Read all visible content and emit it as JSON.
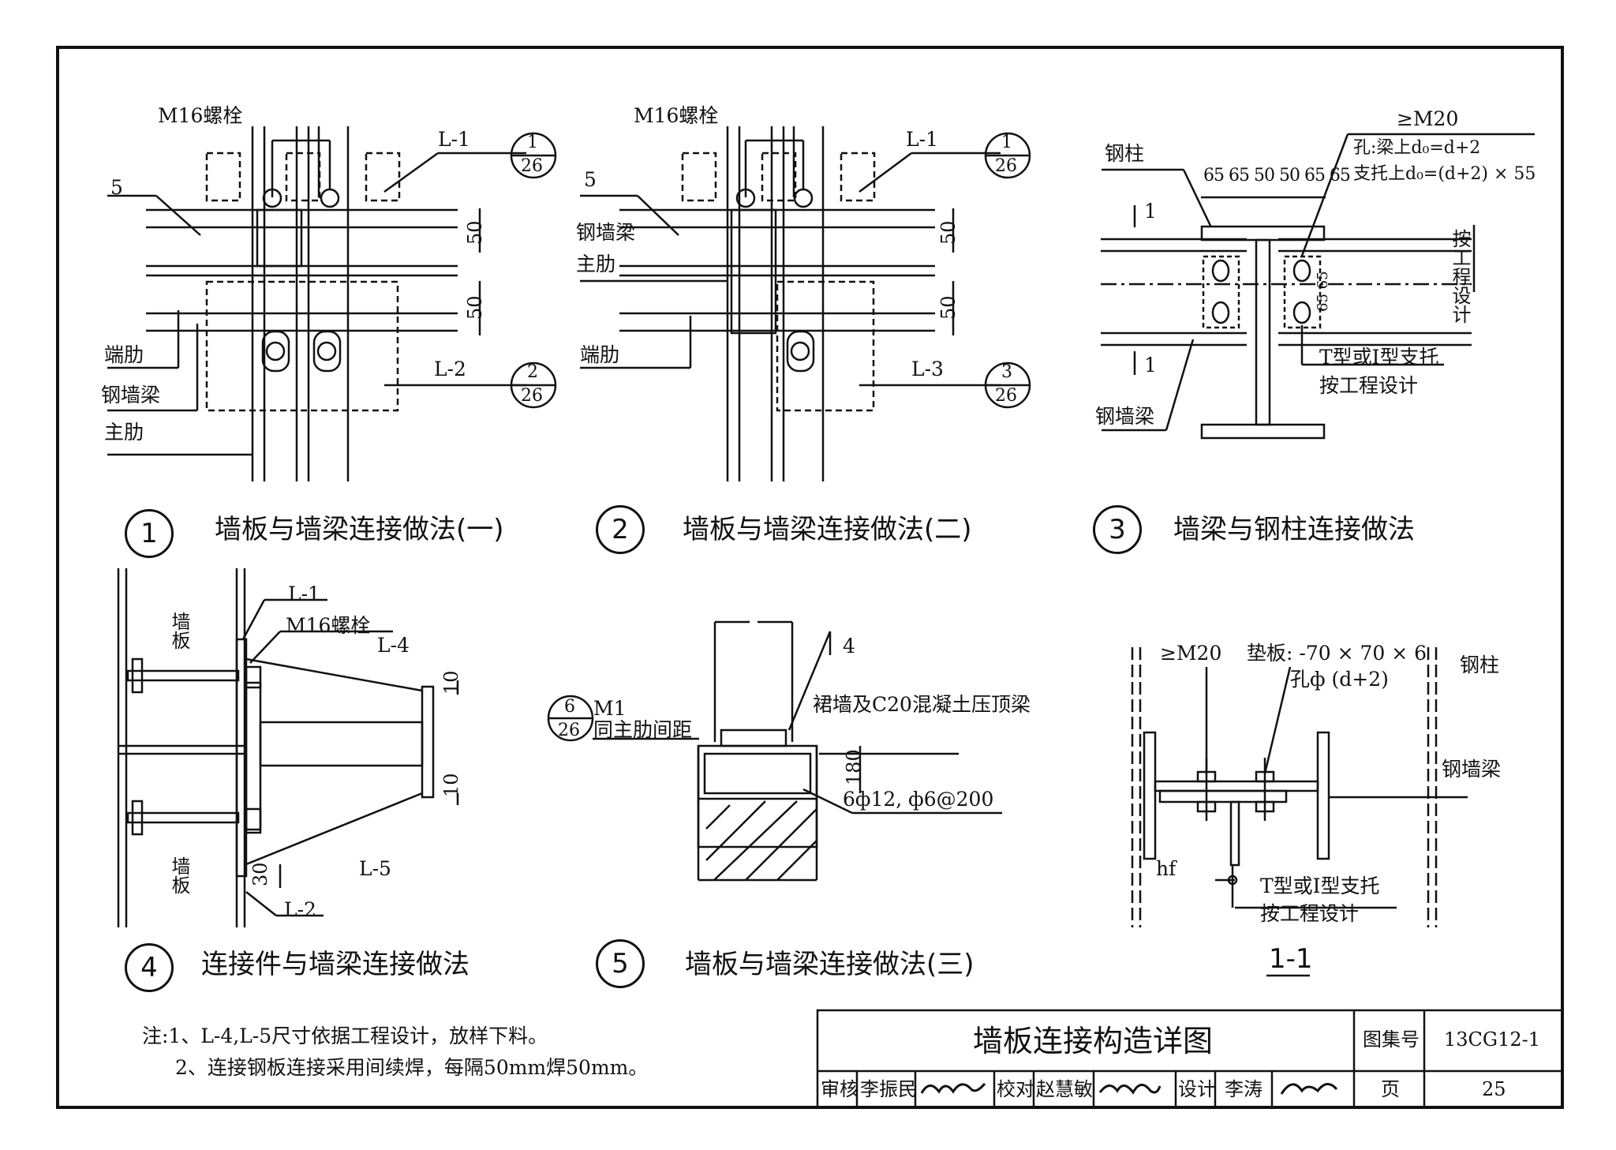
{
  "details": [
    {
      "num": "1",
      "caption": "墙板与墙梁连接做法(一)",
      "labels": {
        "bolt": "M16螺栓",
        "weld": "5",
        "end_rib": "端肋",
        "wall_beam": "钢墙梁",
        "main_rib": "主肋",
        "l1": "L-1",
        "l2": "L-2",
        "dim_a": "50",
        "dim_b": "50",
        "ref1_top": "1",
        "ref1_bot": "26",
        "ref2_top": "2",
        "ref2_bot": "26"
      }
    },
    {
      "num": "2",
      "caption": "墙板与墙梁连接做法(二)",
      "labels": {
        "bolt": "M16螺栓",
        "weld": "5",
        "wall_beam": "钢墙梁",
        "main_rib": "主肋",
        "end_rib": "端肋",
        "l1": "L-1",
        "l3": "L-3",
        "dim_a": "50",
        "dim_b": "50",
        "ref1_top": "1",
        "ref1_bot": "26",
        "ref2_top": "3",
        "ref2_bot": "26"
      }
    },
    {
      "num": "3",
      "caption": "墙梁与钢柱连接做法",
      "labels": {
        "column": "钢柱",
        "bolt": "≥M20",
        "hole_line1": "孔:梁上d₀=d+2",
        "hole_line2": "支托上d₀=(d+2) × 55",
        "spacing": "65 65 50 50 65 65",
        "section_mark_top": "1",
        "section_mark_bot": "1",
        "design": "按工程设计",
        "dim": "65 65",
        "support": "T型或I型支托",
        "support2": "按工程设计",
        "wall_beam": "钢墙梁"
      }
    },
    {
      "num": "4",
      "caption": "连接件与墙梁连接做法",
      "labels": {
        "l1": "L-1",
        "bolt": "M16螺栓",
        "l4": "L-4",
        "l5": "L-5",
        "l2": "L-2",
        "panel_top": "墙板",
        "panel_bot": "墙板",
        "d10a": "10",
        "d10b": "10",
        "d30": "30"
      }
    },
    {
      "num": "5",
      "caption": "墙板与墙梁连接做法(三)",
      "labels": {
        "weld": "4",
        "ref_top": "6",
        "ref_bot": "26",
        "m1": "M1",
        "spacing": "同主肋间距",
        "skirt": "裙墙及C20混凝土压顶梁",
        "d180": "180",
        "rebar": "6ф12, ф6@200"
      }
    }
  ],
  "section_1_1": {
    "title": "1-1",
    "bolt": "≥M20",
    "plate": "垫板: -70 × 70 × 6",
    "hole": "孔ф (d+2)",
    "column": "钢柱",
    "wall_beam": "钢墙梁",
    "hf": "hf",
    "support": "T型或I型支托",
    "support2": "按工程设计"
  },
  "notes": [
    "注:1、L-4,L-5尺寸依据工程设计，放样下料。",
    "2、连接钢板连接采用间续焊，每隔50mm焊50mm。"
  ],
  "title_block": {
    "title": "墙板连接构造详图",
    "atlas_label": "图集号",
    "atlas_value": "13CG12-1",
    "review_label": "审核",
    "review_name": "李振民",
    "check_label": "校对",
    "check_name": "赵慧敏",
    "design_label": "设计",
    "design_name": "李涛",
    "page_label": "页",
    "page_value": "25"
  }
}
